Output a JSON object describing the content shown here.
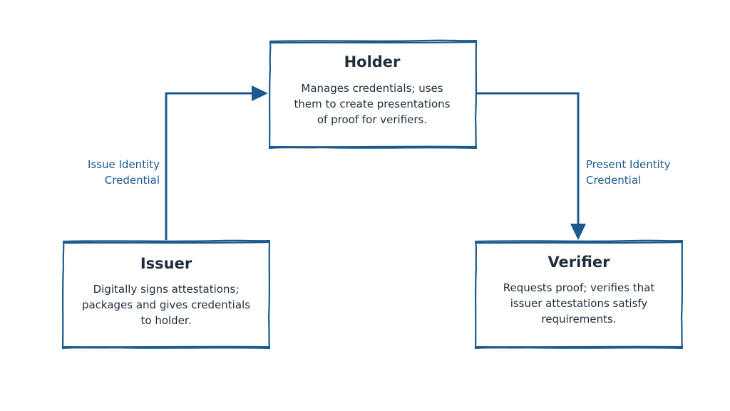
{
  "colors": {
    "box_stroke": "#1a5a8e",
    "arrow": "#1a5a8e",
    "edge_label": "#1a5a8e",
    "text": "#1f2d3d"
  },
  "nodes": {
    "holder": {
      "title": "Holder",
      "lines": [
        "Manages credentials; uses",
        "them to create presentations",
        "of proof for verifiers."
      ]
    },
    "issuer": {
      "title": "Issuer",
      "lines": [
        "Digitally signs attestations;",
        "packages and gives credentials",
        "to holder."
      ]
    },
    "verifier": {
      "title": "Verifier",
      "lines": [
        "Requests proof; verifies that",
        "issuer attestations satisfy",
        "requirements."
      ]
    }
  },
  "edges": {
    "issue": {
      "from": "issuer",
      "to": "holder",
      "lines": [
        "Issue Identity",
        "Credential"
      ]
    },
    "present": {
      "from": "holder",
      "to": "verifier",
      "lines": [
        "Present Identity",
        "Credential"
      ]
    }
  }
}
